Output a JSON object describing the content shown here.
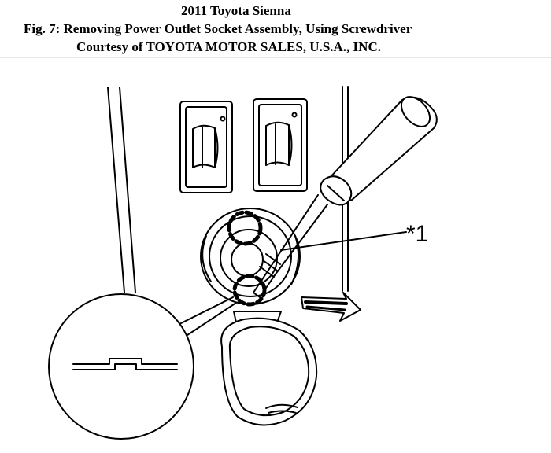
{
  "header": {
    "title": "2011 Toyota Sienna",
    "figure_caption": "Fig. 7: Removing Power Outlet Socket Assembly, Using Screwdriver",
    "courtesy": "Courtesy of TOYOTA MOTOR SALES, U.S.A., INC."
  },
  "diagram": {
    "callout_label": "*1"
  }
}
